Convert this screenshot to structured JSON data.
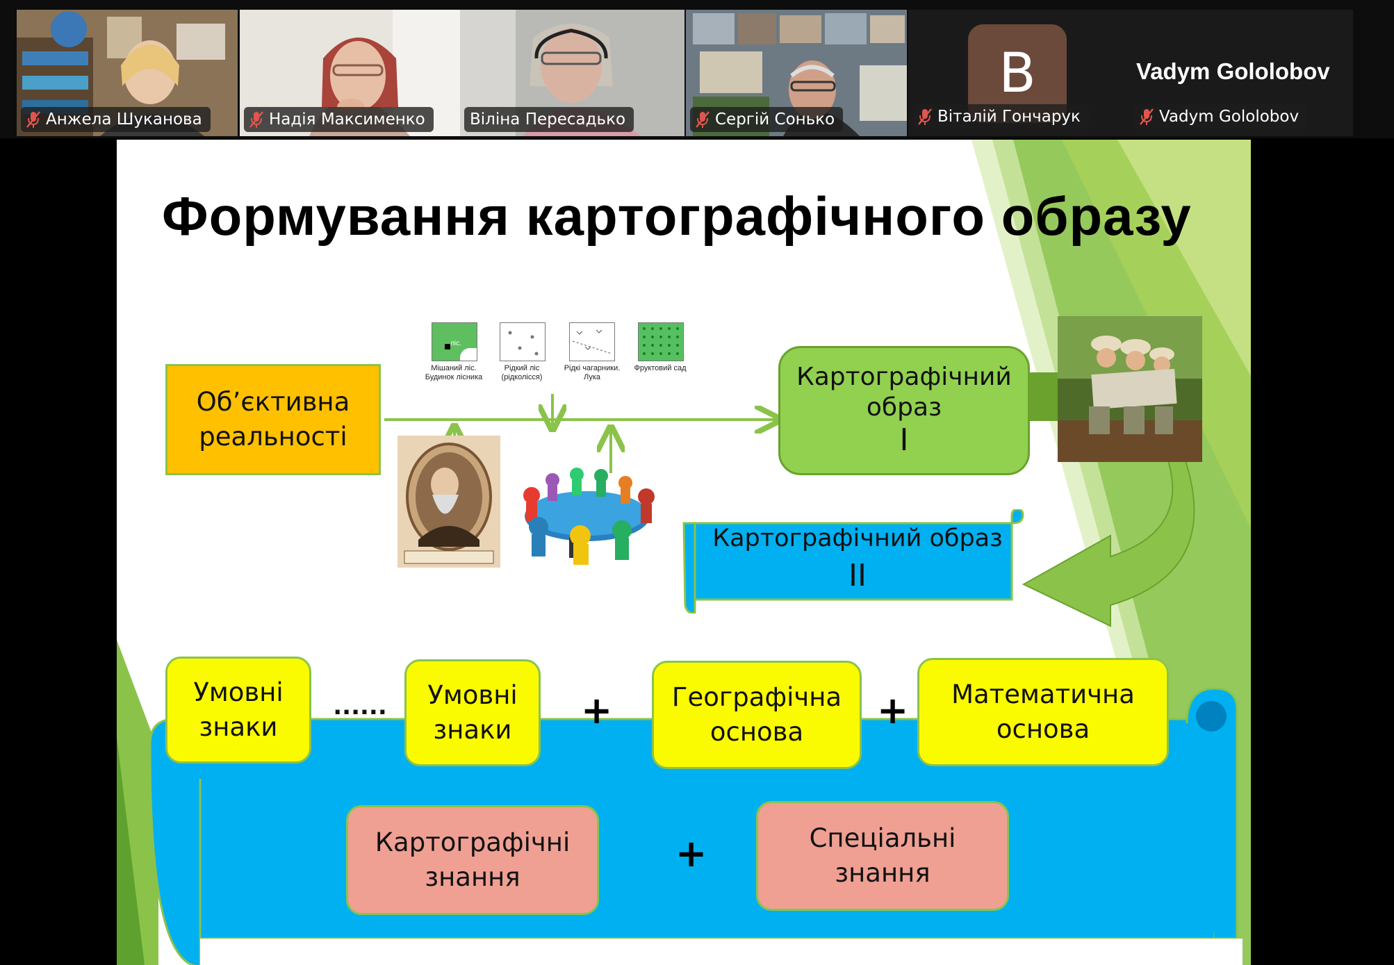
{
  "participants": [
    {
      "name": "Анжела Шуканова",
      "muted": true
    },
    {
      "name": "Надія Максименко",
      "muted": true
    },
    {
      "name": "Віліна Пересадько",
      "muted": false,
      "active_speaker": true
    },
    {
      "name": "Сергій Сонько",
      "muted": true
    },
    {
      "name": "Віталій Гончарук",
      "muted": true
    },
    {
      "name": "Vadym Gololobov",
      "muted": true
    }
  ],
  "avatar_letter": "B",
  "featured_name": "Vadym Gololobov",
  "slide": {
    "title": "Формування картографічного образу",
    "objective_reality": "Об’єктивна реальності",
    "image1_line1": "Картографічний",
    "image1_line2": "образ",
    "image1_numeral": "I",
    "image2_line1": "Картографічний образ",
    "image2_numeral": "II",
    "legend": [
      {
        "caption": "Мішаний ліс. Будинок лісника",
        "map_label": "ліс."
      },
      {
        "caption": "Рідкий ліс (рідколісся)"
      },
      {
        "caption": "Рідкі чагарники. Лука"
      },
      {
        "caption": "Фруктовий сад"
      }
    ],
    "signs1": "Умовні знаки",
    "dots": "......",
    "signs2": "Умовні знаки",
    "plus": "+",
    "geo_base": "Географічна основа",
    "math_base": "Математична основа",
    "carto_knowledge": "Картографічні знання",
    "special_knowledge": "Спеціальні знання"
  },
  "colors": {
    "orange": "#ffc000",
    "green_box": "#92d050",
    "blue": "#00b0f0",
    "yellow": "#fbfb00",
    "pink": "#efa093",
    "accent_green": "#8bc34a",
    "active_border": "#35d07f"
  }
}
